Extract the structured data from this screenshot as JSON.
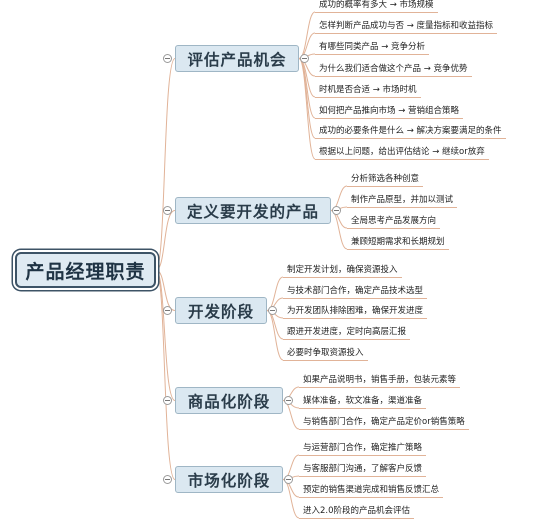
{
  "root": {
    "label": "产品经理职责"
  },
  "branches": [
    {
      "label": "评估产品机会",
      "children": [
        "成功的概率有多大  →  市场规模",
        "怎样判断产品成功与否  →  度量指标和收益指标",
        "有哪些同类产品  →  竞争分析",
        "为什么我们适合做这个产品  →  竞争优势",
        "时机是否合适  →  市场时机",
        "如何把产品推向市场  →  营销组合策略",
        "成功的必要条件是什么  →  解决方案要满足的条件",
        "根据以上问题，给出评估结论  →  继续or放弃"
      ]
    },
    {
      "label": "定义要开发的产品",
      "children": [
        "分析筛选各种创意",
        "制作产品原型，并加以测试",
        "全局思考产品发展方向",
        "兼顾短期需求和长期规划"
      ]
    },
    {
      "label": "开发阶段",
      "children": [
        "制定开发计划，确保资源投入",
        "与技术部门合作，确定产品技术选型",
        "为开发团队排除困难，确保开发进度",
        "跟进开发进度，定时向高层汇报",
        "必要时争取资源投入"
      ]
    },
    {
      "label": "商品化阶段",
      "children": [
        "如果产品说明书，销售手册，包装元素等",
        "媒体准备，软文准备，渠道准备",
        "与销售部门合作，确定产品定价or销售策略"
      ]
    },
    {
      "label": "市场化阶段",
      "children": [
        "与运营部门合作，确定推广策略",
        "与客服部门沟通，了解客户反馈",
        "预定的销售渠道完成和销售反馈汇总",
        "进入2.0阶段的产品机会评估"
      ]
    }
  ],
  "colors": {
    "connector": "#e1b398",
    "root_border": "#3d5366",
    "topic_fill": "#dbe8f1"
  }
}
